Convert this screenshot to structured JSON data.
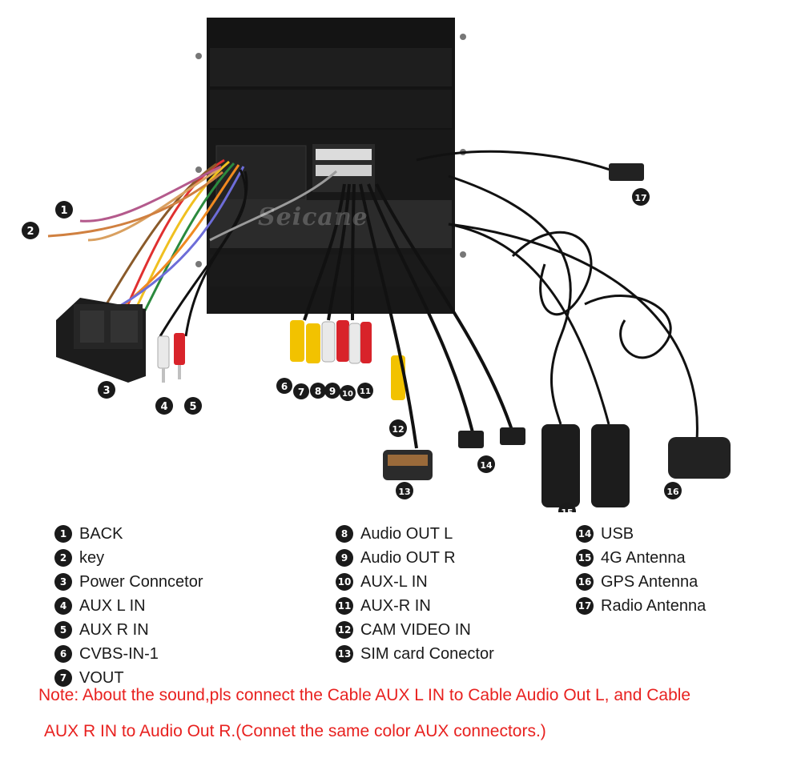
{
  "watermark": "Seicane",
  "legend": {
    "col1": [
      {
        "num": "1",
        "label": "BACK"
      },
      {
        "num": "2",
        "label": "key"
      },
      {
        "num": "3",
        "label": "Power Conncetor"
      },
      {
        "num": "4",
        "label": "AUX L IN"
      },
      {
        "num": "5",
        "label": "AUX R IN"
      },
      {
        "num": "6",
        "label": "CVBS-IN-1"
      },
      {
        "num": "7",
        "label": "VOUT"
      }
    ],
    "col2": [
      {
        "num": "8",
        "label": "Audio OUT L"
      },
      {
        "num": "9",
        "label": "Audio OUT R"
      },
      {
        "num": "10",
        "label": "AUX-L IN"
      },
      {
        "num": "11",
        "label": "AUX-R IN"
      },
      {
        "num": "12",
        "label": "CAM VIDEO IN"
      },
      {
        "num": "13",
        "label": "SIM card Conector"
      }
    ],
    "col3": [
      {
        "num": "14",
        "label": "USB"
      },
      {
        "num": "15",
        "label": "4G Antenna"
      },
      {
        "num": "16",
        "label": "GPS Antenna"
      },
      {
        "num": "17",
        "label": "Radio Antenna"
      }
    ]
  },
  "note": {
    "line1": "Note: About the sound,pls connect the Cable AUX L IN to Cable Audio Out L, and Cable",
    "line2": "AUX R IN to  Audio Out R.(Connet the same color AUX connectors.)"
  },
  "colors": {
    "note": "#e8211f",
    "badge": "#1a1a1a",
    "rca_yellow": "#f2c200",
    "rca_red": "#d8232a",
    "rca_white": "#e9e9e9"
  }
}
